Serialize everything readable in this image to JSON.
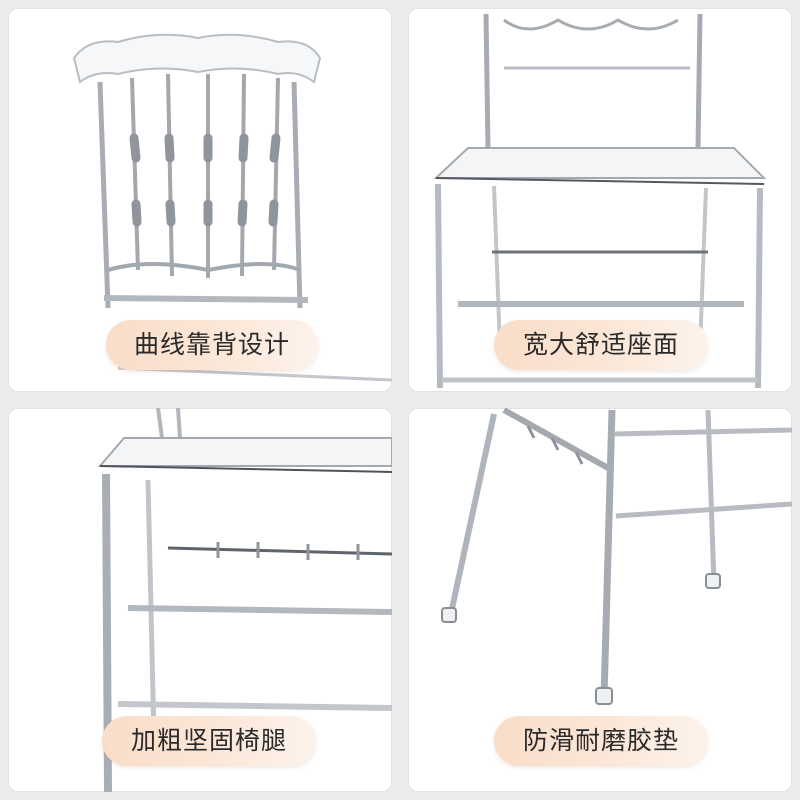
{
  "panels": [
    {
      "caption": "曲线靠背设计"
    },
    {
      "caption": "宽大舒适座面"
    },
    {
      "caption": "加粗坚固椅腿"
    },
    {
      "caption": "防滑耐磨胶垫"
    }
  ],
  "colors": {
    "background": "#ececec",
    "panel": "#ffffff",
    "pill_start": "#f9ddc8",
    "pill_end": "#fdf3ec",
    "acrylic_edge": "#9aa0a6",
    "text": "#2a2a2a"
  }
}
